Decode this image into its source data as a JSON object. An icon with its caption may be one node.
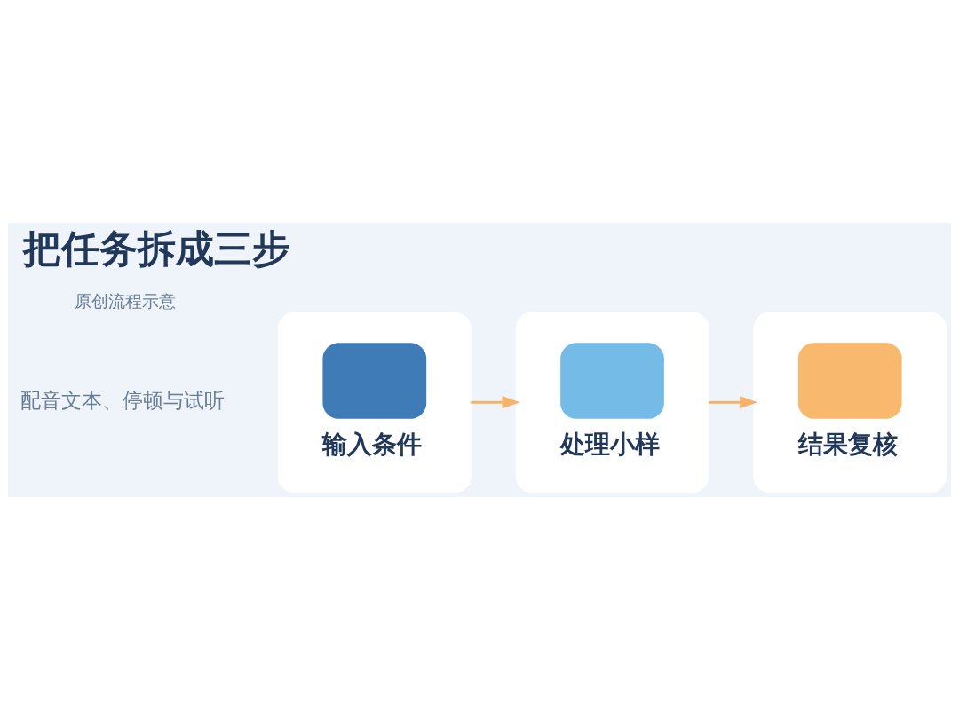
{
  "diagram": {
    "title": "把任务拆成三步",
    "nodes": [
      {
        "text": [
          "输入条件"
        ]
      },
      {
        "text": [
          "处理小样"
        ]
      },
      {
        "text": [
          "结果复核"
        ]
      }
    ],
    "edges": [
      {
        "from": 0,
        "to": 1,
        "arrow": "to",
        "color": "#f5b26b"
      },
      {
        "from": 1,
        "to": 2,
        "arrow": "to",
        "color": "#f5b26b"
      }
    ],
    "labels": [
      "配音文本、停顿与试听",
      "原创流程示意"
    ]
  }
}
